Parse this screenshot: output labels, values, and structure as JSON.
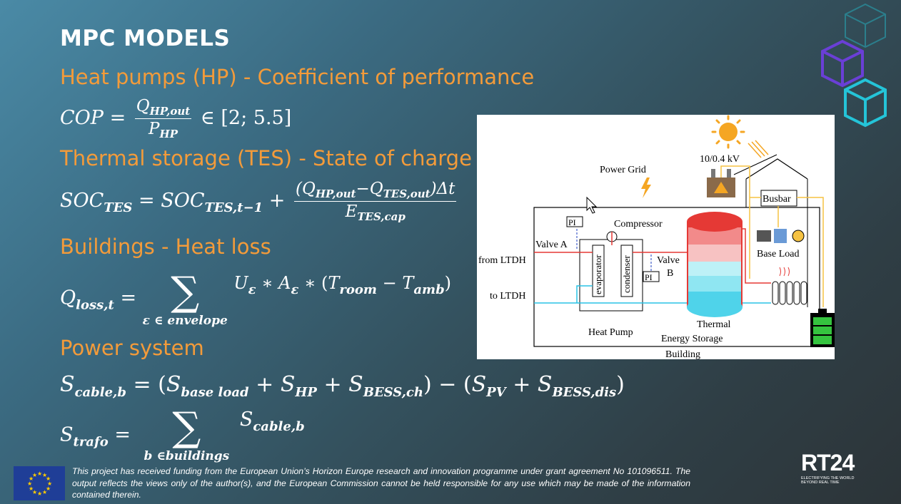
{
  "slide": {
    "title": "MPC MODELS"
  },
  "sections": {
    "hp": "Heat pumps (HP) - Coefficient of performance",
    "tes": "Thermal storage (TES) - State of charge",
    "buildings": "Buildings - Heat loss",
    "power": "Power system"
  },
  "equations": {
    "cop_lhs": "COP",
    "cop_num": "Q",
    "cop_num_sub": "HP,out",
    "cop_den": "P",
    "cop_den_sub": "HP",
    "cop_range": "∈ [2; 5.5]",
    "soc_lhs": "SOC",
    "soc_lhs_sub": "TES",
    "soc_prev": "SOC",
    "soc_prev_sub": "TES,t−1",
    "soc_num_a": "(Q",
    "soc_num_a_sub": "HP,out",
    "soc_num_b": "−Q",
    "soc_num_b_sub": "TES,out",
    "soc_num_c": ")Δt",
    "soc_den": "E",
    "soc_den_sub": "TES,cap",
    "qloss_lhs": "Q",
    "qloss_lhs_sub": "loss,t",
    "qloss_under": "ε ∈ envelope",
    "qloss_rhs_u": "U",
    "qloss_rhs_u_sub": "ε",
    "qloss_rhs_a": "A",
    "qloss_rhs_a_sub": "ε",
    "qloss_troom": "T",
    "qloss_troom_sub": "room",
    "qloss_tamb": "T",
    "qloss_tamb_sub": "amb",
    "scable_lhs_sub": "cable,b",
    "scable_bl_sub": "base load",
    "scable_hp_sub": "HP",
    "scable_bessch_sub": "BESS,ch",
    "scable_pv_sub": "PV",
    "scable_bessdis_sub": "BESS,dis",
    "strafo_lhs_sub": "trafo",
    "strafo_under": "b ∈buildings",
    "strafo_rhs_sub": "cable,b"
  },
  "diagram": {
    "transformer": "10/0.4 kV",
    "power_grid": "Power Grid",
    "busbar": "Busbar",
    "pi": "PI",
    "compressor": "Compressor",
    "valve_a": "Valve A",
    "valve_b_1": "Valve",
    "valve_b_2": "B",
    "from_ltdh": "from LTDH",
    "to_ltdh": "to LTDH",
    "evaporator": "evaporator",
    "condenser": "condenser",
    "heat_pump": "Heat Pump",
    "tes_1": "Thermal",
    "tes_2": "Energy Storage",
    "base_load": "Base Load",
    "building": "Building"
  },
  "footer": {
    "text": "This project has received funding from the European Union’s Horizon Europe research and innovation programme under grant agreement No 101096511. The output reflects the views only of the author(s), and the European Commission cannot be held responsible for any use which may be made of the information contained therein."
  },
  "logo": {
    "name": "RT24",
    "tagline_1": "ELECTRIFYING THE WORLD",
    "tagline_2": "BEYOND REAL TIME"
  },
  "colors": {
    "accent": "#f39b3a",
    "title": "#ffffff",
    "cube_1": "#2a8c9a",
    "cube_2": "#6a3fd6",
    "cube_3": "#24c4d8"
  }
}
